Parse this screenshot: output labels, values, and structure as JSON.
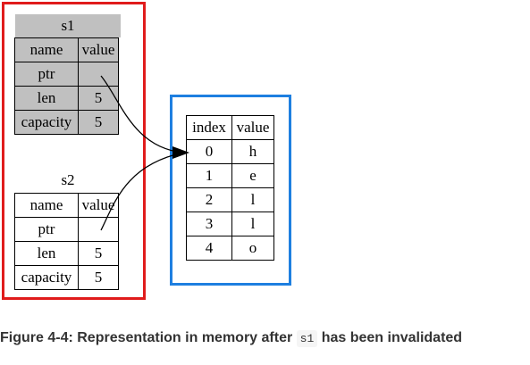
{
  "diagram": {
    "s1": {
      "title": "s1",
      "header": [
        "name",
        "value"
      ],
      "rows": [
        {
          "name": "ptr",
          "value": ""
        },
        {
          "name": "len",
          "value": "5"
        },
        {
          "name": "capacity",
          "value": "5"
        }
      ]
    },
    "s2": {
      "title": "s2",
      "header": [
        "name",
        "value"
      ],
      "rows": [
        {
          "name": "ptr",
          "value": ""
        },
        {
          "name": "len",
          "value": "5"
        },
        {
          "name": "capacity",
          "value": "5"
        }
      ]
    },
    "heap": {
      "header": [
        "index",
        "value"
      ],
      "rows": [
        {
          "index": "0",
          "value": "h"
        },
        {
          "index": "1",
          "value": "e"
        },
        {
          "index": "2",
          "value": "l"
        },
        {
          "index": "3",
          "value": "l"
        },
        {
          "index": "4",
          "value": "o"
        }
      ]
    },
    "colors": {
      "stack_frame": "#e01c1c",
      "heap_frame": "#1e7fe0",
      "invalidated_fill": "#c0c0c0"
    }
  },
  "caption": {
    "prefix": "Figure 4-4: Representation in memory after ",
    "code": "s1",
    "suffix": " has been invalidated"
  }
}
